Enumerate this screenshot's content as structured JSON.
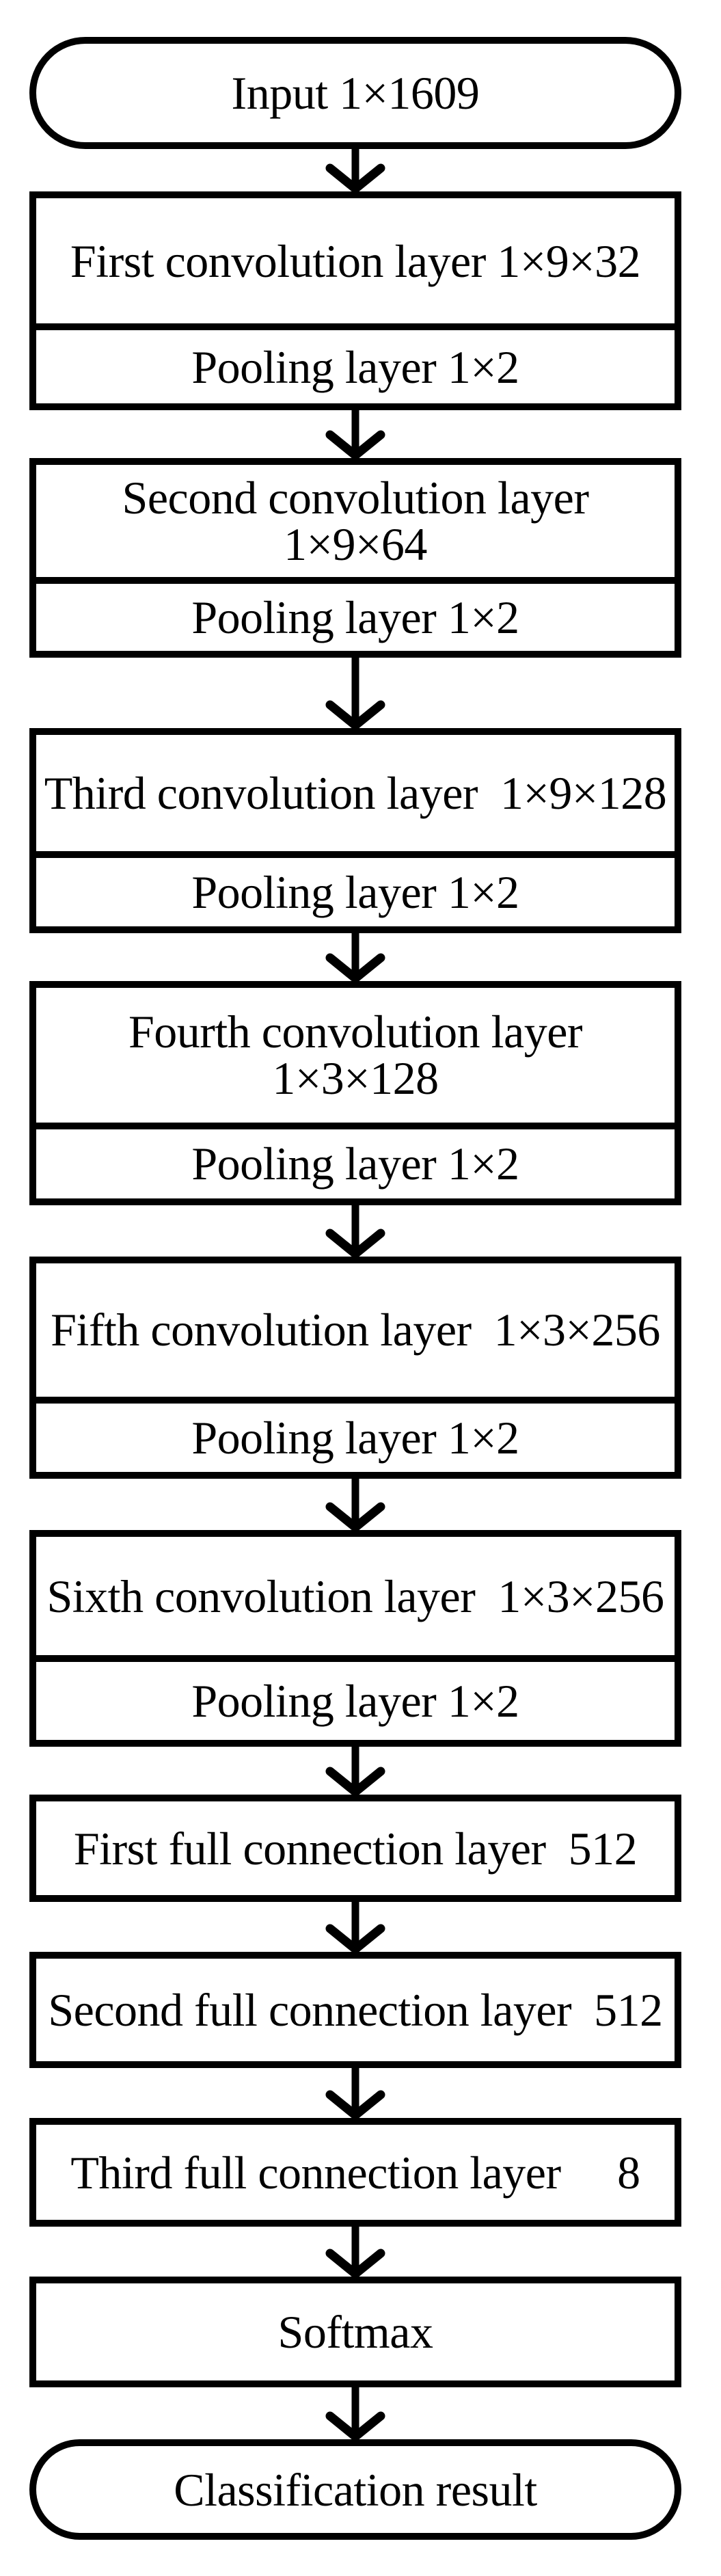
{
  "flow": {
    "kind": "flowchart",
    "direction": "top-down",
    "colors": {
      "stroke": "#000000",
      "fill": "#ffffff"
    },
    "nodes": [
      {
        "shape": "terminal",
        "text": "Input 1×1609"
      },
      {
        "shape": "process-split",
        "cell1": "First convolution layer 1×9×32",
        "cell2": "Pooling layer 1×2"
      },
      {
        "shape": "process-split",
        "cell1": "Second convolution layer\n1×9×64",
        "cell2": "Pooling layer 1×2"
      },
      {
        "shape": "process-split",
        "cell1": "Third convolution layer  1×9×128",
        "cell2": "Pooling layer 1×2"
      },
      {
        "shape": "process-split",
        "cell1": "Fourth convolution layer\n1×3×128",
        "cell2": "Pooling layer 1×2"
      },
      {
        "shape": "process-split",
        "cell1": "Fifth convolution layer  1×3×256",
        "cell2": "Pooling layer 1×2"
      },
      {
        "shape": "process-split",
        "cell1": "Sixth convolution layer  1×3×256",
        "cell2": "Pooling layer 1×2"
      },
      {
        "shape": "process",
        "cell1": "First full connection layer  512"
      },
      {
        "shape": "process",
        "cell1": "Second full connection layer  512"
      },
      {
        "shape": "process",
        "cell1": "Third full connection layer     8"
      },
      {
        "shape": "process",
        "cell1": "Softmax"
      },
      {
        "shape": "terminal",
        "text": "Classification result"
      }
    ]
  }
}
